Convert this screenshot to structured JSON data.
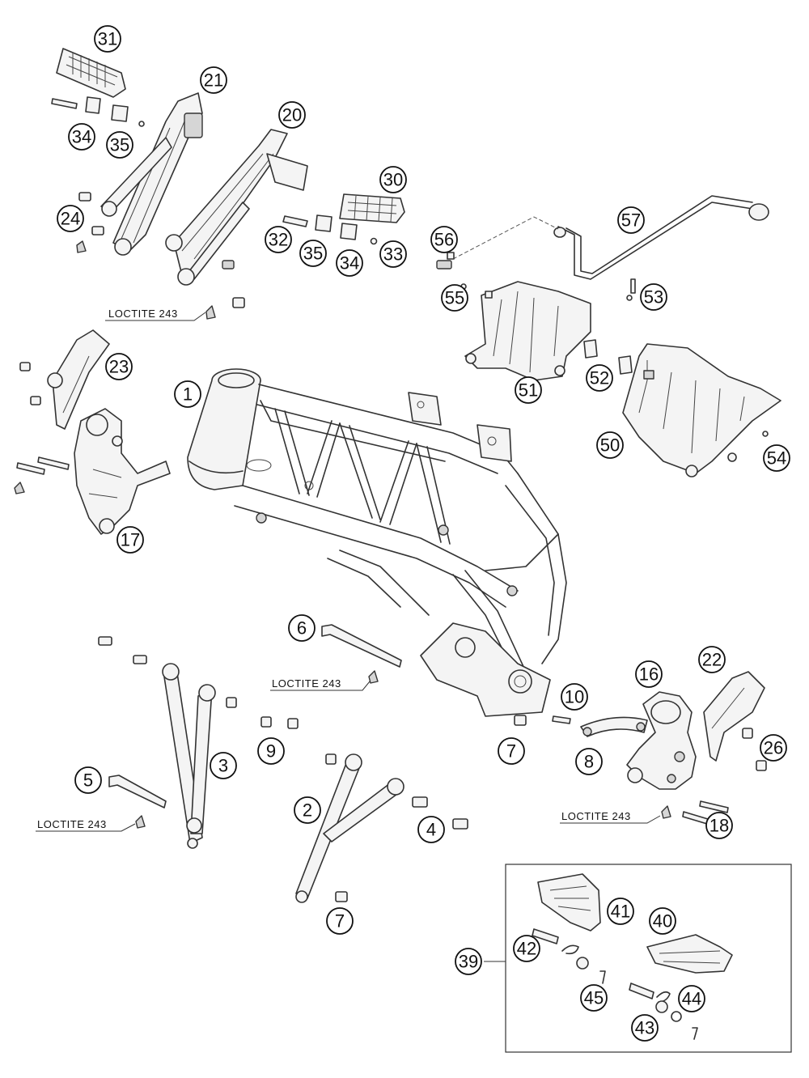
{
  "callouts": [
    {
      "id": "1",
      "label": "1"
    },
    {
      "id": "2",
      "label": "2"
    },
    {
      "id": "3",
      "label": "3"
    },
    {
      "id": "4",
      "label": "4"
    },
    {
      "id": "5",
      "label": "5"
    },
    {
      "id": "6",
      "label": "6"
    },
    {
      "id": "7a",
      "label": "7"
    },
    {
      "id": "7b",
      "label": "7"
    },
    {
      "id": "8",
      "label": "8"
    },
    {
      "id": "9",
      "label": "9"
    },
    {
      "id": "10",
      "label": "10"
    },
    {
      "id": "16",
      "label": "16"
    },
    {
      "id": "17",
      "label": "17"
    },
    {
      "id": "18",
      "label": "18"
    },
    {
      "id": "20",
      "label": "20"
    },
    {
      "id": "21",
      "label": "21"
    },
    {
      "id": "22",
      "label": "22"
    },
    {
      "id": "23",
      "label": "23"
    },
    {
      "id": "24",
      "label": "24"
    },
    {
      "id": "26",
      "label": "26"
    },
    {
      "id": "30",
      "label": "30"
    },
    {
      "id": "31",
      "label": "31"
    },
    {
      "id": "32",
      "label": "32"
    },
    {
      "id": "33",
      "label": "33"
    },
    {
      "id": "34a",
      "label": "34"
    },
    {
      "id": "34b",
      "label": "34"
    },
    {
      "id": "35a",
      "label": "35"
    },
    {
      "id": "35b",
      "label": "35"
    },
    {
      "id": "39",
      "label": "39"
    },
    {
      "id": "40",
      "label": "40"
    },
    {
      "id": "41",
      "label": "41"
    },
    {
      "id": "42",
      "label": "42"
    },
    {
      "id": "43",
      "label": "43"
    },
    {
      "id": "44",
      "label": "44"
    },
    {
      "id": "45",
      "label": "45"
    },
    {
      "id": "50",
      "label": "50"
    },
    {
      "id": "51",
      "label": "51"
    },
    {
      "id": "52",
      "label": "52"
    },
    {
      "id": "53",
      "label": "53"
    },
    {
      "id": "54",
      "label": "54"
    },
    {
      "id": "55",
      "label": "55"
    },
    {
      "id": "56",
      "label": "56"
    },
    {
      "id": "57",
      "label": "57"
    }
  ],
  "notes": [
    {
      "id": "loctite-1",
      "text": "LOCTITE 243"
    },
    {
      "id": "loctite-2",
      "text": "LOCTITE 243"
    },
    {
      "id": "loctite-3",
      "text": "LOCTITE 243"
    },
    {
      "id": "loctite-4",
      "text": "LOCTITE 243"
    }
  ]
}
